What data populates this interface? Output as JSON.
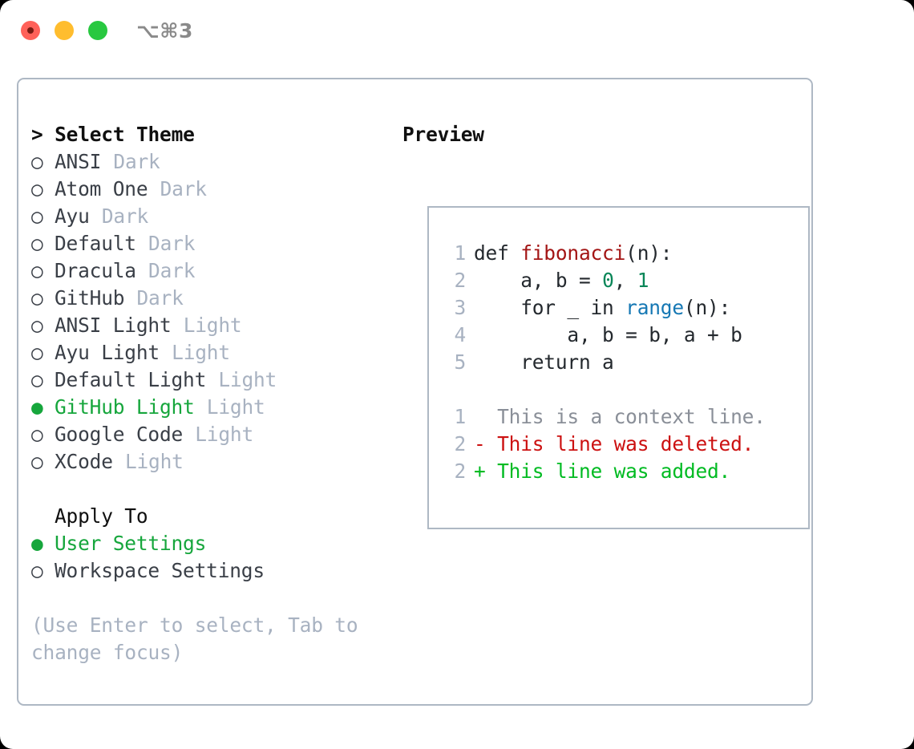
{
  "window": {
    "titlebar_label": "⌥⌘3",
    "traffic_lights": [
      "close-light",
      "minimize-light",
      "maximize-light"
    ]
  },
  "theme_list": {
    "header": "> Select Theme",
    "items": [
      {
        "bullet": "○",
        "name": "ANSI",
        "kind": "Dark",
        "selected": false
      },
      {
        "bullet": "○",
        "name": "Atom One",
        "kind": "Dark",
        "selected": false
      },
      {
        "bullet": "○",
        "name": "Ayu",
        "kind": "Dark",
        "selected": false
      },
      {
        "bullet": "○",
        "name": "Default",
        "kind": "Dark",
        "selected": false
      },
      {
        "bullet": "○",
        "name": "Dracula",
        "kind": "Dark",
        "selected": false
      },
      {
        "bullet": "○",
        "name": "GitHub",
        "kind": "Dark",
        "selected": false
      },
      {
        "bullet": "○",
        "name": "ANSI Light",
        "kind": "Light",
        "selected": false
      },
      {
        "bullet": "○",
        "name": "Ayu Light",
        "kind": "Light",
        "selected": false
      },
      {
        "bullet": "○",
        "name": "Default Light",
        "kind": "Light",
        "selected": false
      },
      {
        "bullet": "●",
        "name": "GitHub Light",
        "kind": "Light",
        "selected": true
      },
      {
        "bullet": "○",
        "name": "Google Code",
        "kind": "Light",
        "selected": false
      },
      {
        "bullet": "○",
        "name": "XCode",
        "kind": "Light",
        "selected": false
      }
    ]
  },
  "apply_to": {
    "header": "Apply To",
    "items": [
      {
        "bullet": "●",
        "name": "User Settings",
        "selected": true
      },
      {
        "bullet": "○",
        "name": "Workspace Settings",
        "selected": false
      }
    ]
  },
  "hint": "(Use Enter to select, Tab to change focus)",
  "preview": {
    "title": "Preview",
    "code_lines": [
      {
        "no": "1",
        "segments": [
          {
            "text": "def ",
            "type": "plain"
          },
          {
            "text": "fibonacci",
            "type": "fn"
          },
          {
            "text": "(n):",
            "type": "plain"
          }
        ]
      },
      {
        "no": "2",
        "segments": [
          {
            "text": "    a, b = ",
            "type": "plain"
          },
          {
            "text": "0",
            "type": "num"
          },
          {
            "text": ", ",
            "type": "plain"
          },
          {
            "text": "1",
            "type": "num"
          }
        ]
      },
      {
        "no": "3",
        "segments": [
          {
            "text": "    for _ in ",
            "type": "plain"
          },
          {
            "text": "range",
            "type": "call"
          },
          {
            "text": "(n):",
            "type": "plain"
          }
        ]
      },
      {
        "no": "4",
        "segments": [
          {
            "text": "        a, b = b, a + b",
            "type": "plain"
          }
        ]
      },
      {
        "no": "5",
        "segments": [
          {
            "text": "    return a",
            "type": "plain"
          }
        ]
      },
      {
        "no": "",
        "segments": [
          {
            "text": "",
            "type": "plain"
          }
        ]
      },
      {
        "no": "1",
        "segments": [
          {
            "text": "  This is a context line.",
            "type": "ctx"
          }
        ]
      },
      {
        "no": "2",
        "segments": [
          {
            "text": "- This line was deleted.",
            "type": "del"
          }
        ]
      },
      {
        "no": "2",
        "segments": [
          {
            "text": "+ This line was added.",
            "type": "add"
          }
        ]
      }
    ]
  },
  "colors": {
    "accent_green": "#16a63c",
    "diff_add_green": "#00bb22",
    "diff_del_red": "#cc1111",
    "muted": "#a8b2c1",
    "border": "#aeb8c4",
    "text": "#3a3f47",
    "fn_red": "#a31515",
    "num_teal": "#098658",
    "call_blue": "#1678b4"
  }
}
